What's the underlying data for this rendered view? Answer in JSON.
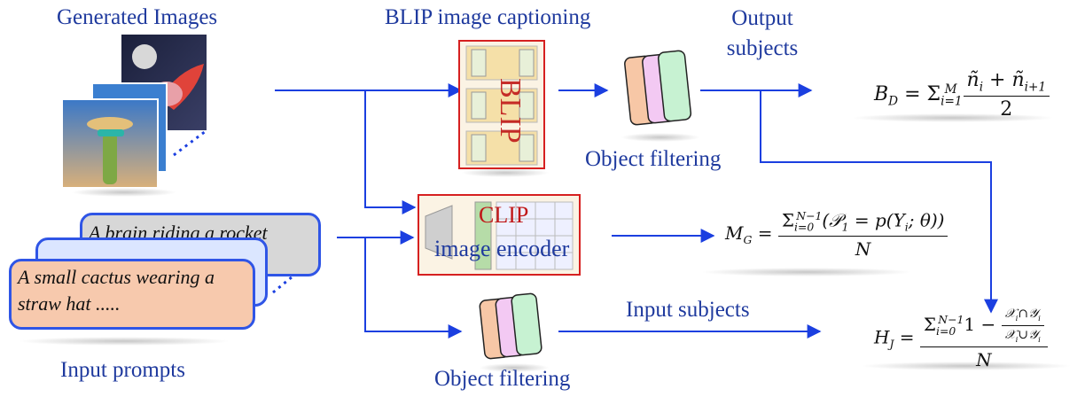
{
  "labels": {
    "generated_images": "Generated Images",
    "blip_title": "BLIP image captioning",
    "output_subjects": "Output\nsubjects",
    "object_filtering_top": "Object filtering",
    "object_filtering_bottom": "Object filtering",
    "input_subjects": "Input subjects",
    "input_prompts": "Input prompts",
    "clip_line1": "CLIP",
    "clip_line2": "image encoder",
    "blip_watermark": "BLIP"
  },
  "prompts": {
    "back": "A brain riding a rocket",
    "front": "A small cactus wearing a straw hat ....."
  },
  "formulas": {
    "bd": "B_D = Σ_{i=1}^{M} (ñ_i + ñ_{i+1}) / 2",
    "mg": "M_G = Σ_{i=0}^{N−1}(P_1 = p(Y_i; θ)) / N",
    "hj": "H_J = Σ_{i=0}^{N−1} 1 − (X_i∩Y_i)/(X_i∪Y_i) / N"
  },
  "colors": {
    "arrow": "#1b3fe0",
    "label": "#1f3a9e",
    "model_border": "#d62020",
    "card_orange": "#f7c7a6",
    "card_pink": "#f3c9f3",
    "card_green": "#c7f2d2",
    "prompt_fill_front": "#f7c9ad",
    "prompt_fill_mid": "#dbe6ff",
    "prompt_fill_back": "#d7d7d7"
  }
}
